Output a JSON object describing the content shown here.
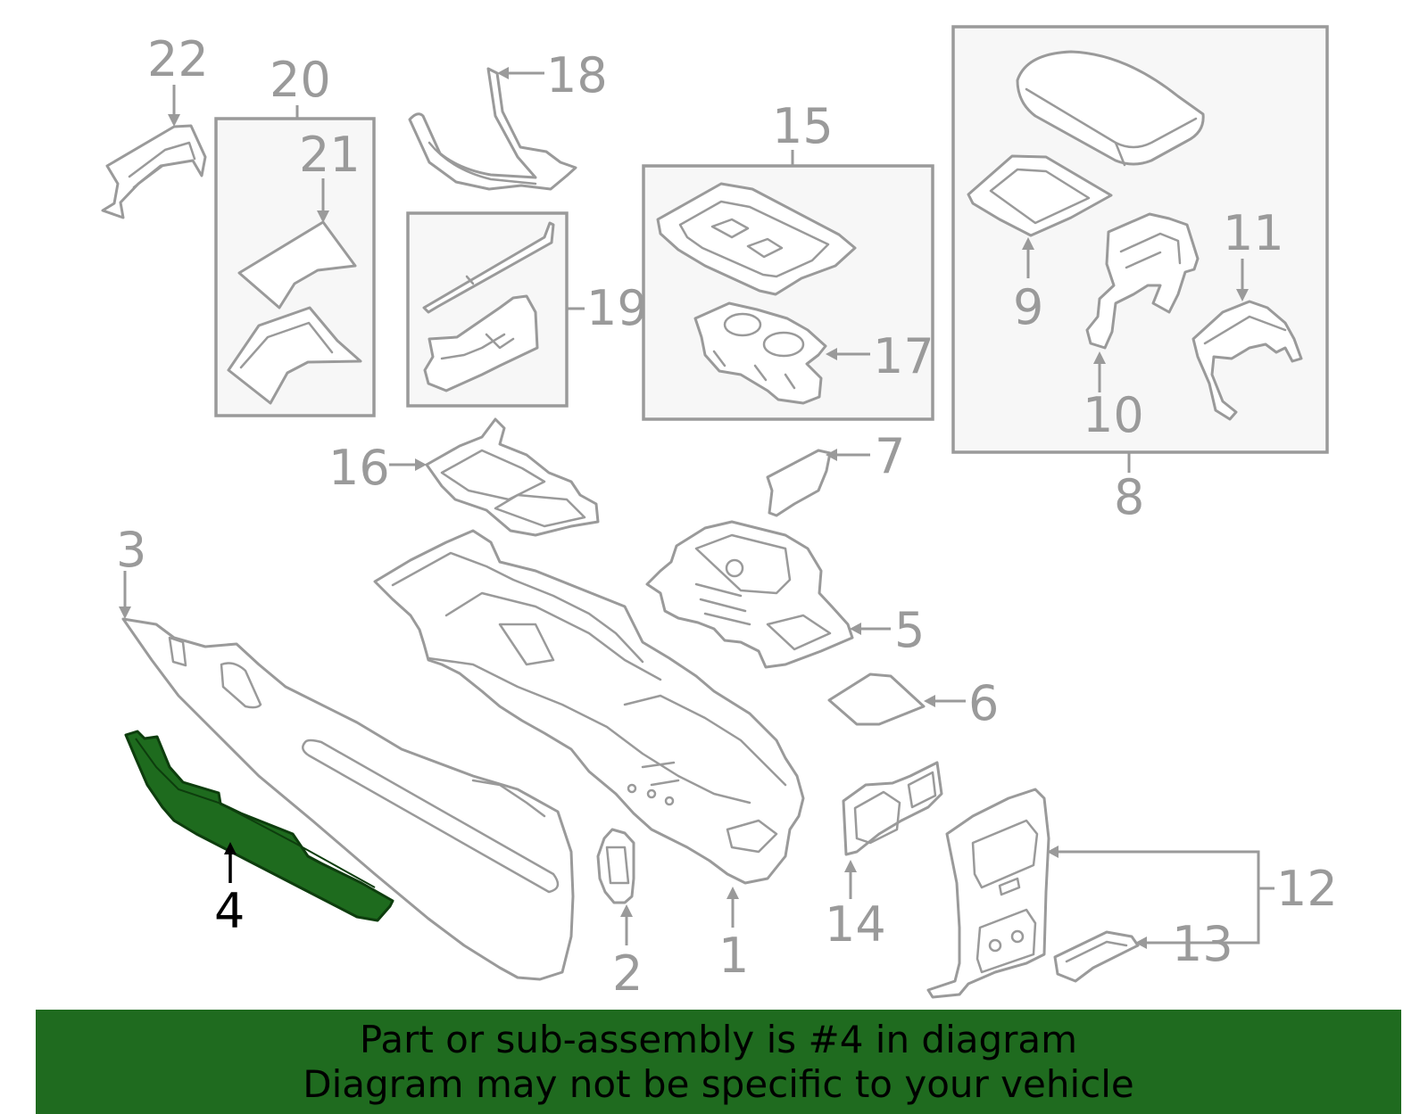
{
  "colors": {
    "line": "#9a9a9a",
    "highlight_fill": "#1e6b1e",
    "highlight_stroke": "#0d3d0d",
    "banner": "#1f6b1f",
    "text": "#000000"
  },
  "highlighted_part": "4",
  "callouts": [
    "1",
    "2",
    "3",
    "4",
    "5",
    "6",
    "7",
    "8",
    "9",
    "10",
    "11",
    "12",
    "13",
    "14",
    "15",
    "16",
    "17",
    "18",
    "19",
    "20",
    "21",
    "22"
  ],
  "banner": {
    "line1": "Part or sub-assembly is #4 in diagram",
    "line2": "Diagram may not be specific to your vehicle"
  }
}
